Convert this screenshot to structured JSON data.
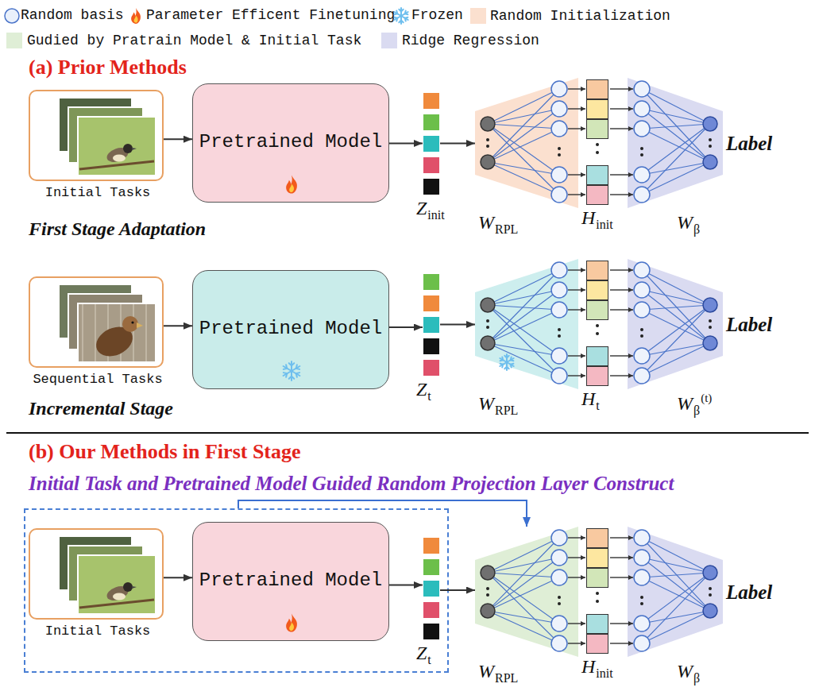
{
  "diagram": {
    "nodes": [
      {
        "text": [
          "Initial Tasks"
        ]
      },
      {
        "text": [
          "Pretrained Model"
        ]
      },
      {
        "text": [
          "Z",
          "init"
        ]
      },
      {
        "text": [
          "W",
          "RPL"
        ]
      },
      {
        "text": [
          "H",
          "init"
        ]
      },
      {
        "text": [
          "W",
          "β"
        ]
      },
      {
        "text": [
          "Sequential Tasks"
        ]
      },
      {
        "text": [
          "Pretrained Model"
        ]
      },
      {
        "text": [
          "Z",
          "t"
        ]
      },
      {
        "text": [
          "W",
          "RPL"
        ]
      },
      {
        "text": [
          "H",
          "t"
        ]
      },
      {
        "text": [
          "W",
          "β",
          "(t)"
        ]
      },
      {
        "text": []
      },
      {
        "text": [
          "Initial Tasks"
        ],
        "in": 12
      },
      {
        "text": [
          "Pretrained Model"
        ],
        "in": 12
      },
      {
        "text": [
          "Z",
          "t"
        ],
        "in": 12
      },
      {
        "text": [
          "W",
          "RPL"
        ]
      },
      {
        "text": [
          "H",
          "init"
        ]
      },
      {
        "text": [
          "W",
          "β"
        ]
      }
    ],
    "edges": [
      {
        "from": 0,
        "to": 1,
        "arrow": "to"
      },
      {
        "from": 1,
        "to": 2,
        "arrow": "to"
      },
      {
        "from": 2,
        "to": 3,
        "arrow": "to"
      },
      {
        "from": 6,
        "to": 7,
        "arrow": "to"
      },
      {
        "from": 7,
        "to": 8,
        "arrow": "to"
      },
      {
        "from": 8,
        "to": 9,
        "arrow": "to"
      },
      {
        "from": 13,
        "to": 14,
        "arrow": "to"
      },
      {
        "from": 14,
        "to": 15,
        "arrow": "to"
      },
      {
        "from": 15,
        "to": 16,
        "arrow": "to"
      },
      {
        "from": 12,
        "to": 16,
        "arrow": "to"
      }
    ],
    "labels": [
      "(a) Prior Methods",
      "Label",
      "First Stage Adaptation",
      "Label",
      "Incremental Stage",
      "(b) Our Methods in First Stage",
      "Initial Task and Pretrained Model Guided Random Projection Layer Construct",
      "Label"
    ],
    "legend": [
      {
        "text": "Random basis"
      },
      {
        "text": "Parameter Efficent Finetuning"
      },
      {
        "text": "Frozen"
      },
      {
        "text": "Random Initialization",
        "color": "#fbe0cf"
      },
      {
        "text": "Gudied by Pratrain Model & Initial Task",
        "color": "#dfeed6"
      },
      {
        "text": "Ridge Regression",
        "color": "#dadbf1"
      }
    ]
  }
}
